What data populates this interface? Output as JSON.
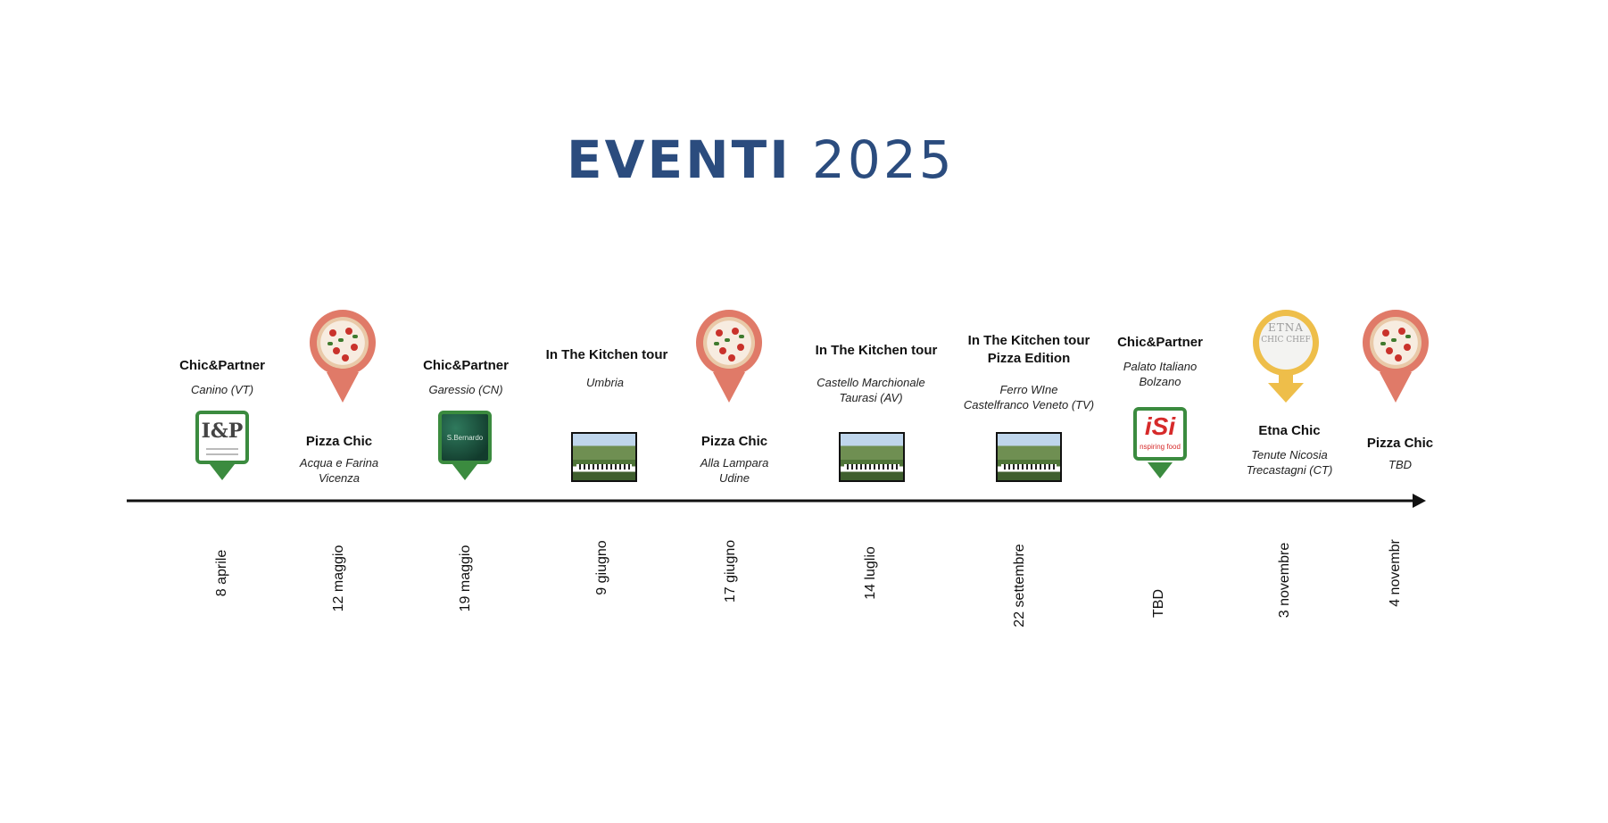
{
  "title": {
    "strong": "EVENTI",
    "year": "2025"
  },
  "colors": {
    "title": "#2b4c7e",
    "pizza_pin": "#e07a68",
    "etna_pin": "#eebe4a",
    "logo_pin": "#3b8b3f",
    "axis": "#111111"
  },
  "events": [
    {
      "name": "Chic&Partner",
      "place": [
        "Canino (VT)"
      ],
      "date": "8 aprile",
      "marker": "ip-logo-icon"
    },
    {
      "name": "Pizza Chic",
      "place": [
        "Acqua e Farina",
        "Vicenza"
      ],
      "date": "12 maggio",
      "marker": "pizza-pin-icon"
    },
    {
      "name": "Chic&Partner",
      "place": [
        "Garessio (CN)"
      ],
      "date": "19 maggio",
      "marker": "san-bernardo-logo-icon"
    },
    {
      "name": "In The Kitchen tour",
      "place": [
        "Umbria"
      ],
      "date": "9 giugno",
      "marker": "vineyard-photo"
    },
    {
      "name": "Pizza Chic",
      "place": [
        "Alla Lampara",
        "Udine"
      ],
      "date": "17 giugno",
      "marker": "pizza-pin-icon"
    },
    {
      "name": "In The Kitchen tour",
      "place": [
        "Castello Marchionale",
        "Taurasi (AV)"
      ],
      "date": "14 luglio",
      "marker": "vineyard-photo"
    },
    {
      "name": [
        "In The Kitchen tour",
        "Pizza Edition"
      ],
      "place": [
        "Ferro WIne",
        "Castelfranco Veneto (TV)"
      ],
      "date": "22 settembre",
      "marker": "vineyard-photo"
    },
    {
      "name": "Chic&Partner",
      "place": [
        "Palato Italiano",
        "Bolzano"
      ],
      "date": "TBD",
      "marker": "isi-logo-icon"
    },
    {
      "name": "Etna Chic",
      "place": [
        "Tenute Nicosia",
        "Trecastagni (CT)"
      ],
      "date": "3 novembre",
      "marker": "etna-pin-icon"
    },
    {
      "name": "Pizza Chic",
      "place": [
        "TBD"
      ],
      "date": "4 novembr",
      "marker": "pizza-pin-icon"
    }
  ],
  "logos": {
    "ip": "I&P",
    "san_bernardo": "S.Bernardo",
    "isi": {
      "main": "iSi",
      "sub": "nspiring food"
    },
    "etna": {
      "line1": "ETNA",
      "line2": "CHIC CHEF"
    }
  }
}
